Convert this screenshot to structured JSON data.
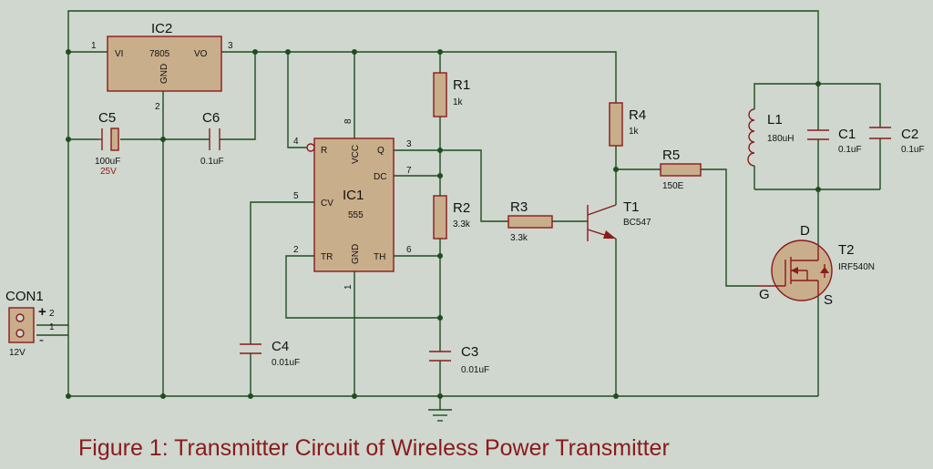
{
  "caption": "Figure 1: Transmitter Circuit of Wireless Power Transmitter",
  "ic2": {
    "name": "IC2",
    "part": "7805",
    "vi": "VI",
    "vo": "VO",
    "gnd": "GND",
    "pin_in": "1",
    "pin_gnd": "2",
    "pin_out": "3"
  },
  "ic1": {
    "name": "IC1",
    "part": "555",
    "r": "R",
    "vcc": "VCC",
    "q": "Q",
    "dc": "DC",
    "cv": "CV",
    "tr": "TR",
    "gnd": "GND",
    "th": "TH",
    "p4": "4",
    "p8": "8",
    "p3": "3",
    "p7": "7",
    "p5": "5",
    "p2": "2",
    "p6": "6",
    "p1": "1"
  },
  "con1": {
    "name": "CON1",
    "value": "12V",
    "plus": "+",
    "minus": "-",
    "p2": "2",
    "p1": "1"
  },
  "c5": {
    "name": "C5",
    "value": "100uF",
    "voltage": "25V"
  },
  "c6": {
    "name": "C6",
    "value": "0.1uF"
  },
  "c4": {
    "name": "C4",
    "value": "0.01uF"
  },
  "c3": {
    "name": "C3",
    "value": "0.01uF"
  },
  "r1": {
    "name": "R1",
    "value": "1k"
  },
  "r2": {
    "name": "R2",
    "value": "3.3k"
  },
  "r3": {
    "name": "R3",
    "value": "3.3k"
  },
  "r4": {
    "name": "R4",
    "value": "1k"
  },
  "r5": {
    "name": "R5",
    "value": "150E"
  },
  "t1": {
    "name": "T1",
    "value": "BC547"
  },
  "t2": {
    "name": "T2",
    "value": "IRF540N",
    "d": "D",
    "g": "G",
    "s": "S"
  },
  "l1": {
    "name": "L1",
    "value": "180uH"
  },
  "c1": {
    "name": "C1",
    "value": "0.1uF"
  },
  "c2": {
    "name": "C2",
    "value": "0.1uF"
  }
}
